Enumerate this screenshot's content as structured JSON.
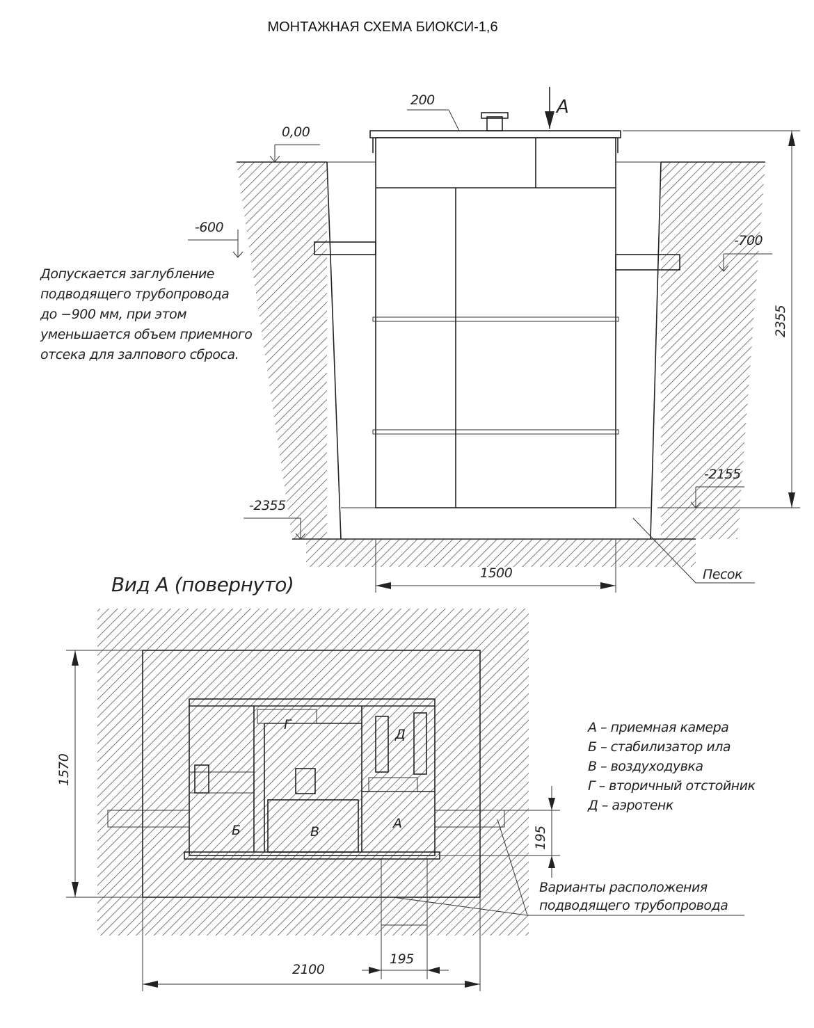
{
  "title": "МОНТАЖНАЯ СХЕМА БИОКСИ-1,6",
  "section": {
    "levels": {
      "ground": "0,00",
      "inlet": "-600",
      "outlet": "-700",
      "tank_bottom": "-2155",
      "pit_bottom": "-2355"
    },
    "dims": {
      "top_offset": "200",
      "height": "2355",
      "width": "1500"
    },
    "view_marker": "А",
    "sand_label": "Песок",
    "note": [
      "Допускается заглубление",
      "подводящего трубопровода",
      "до −900 мм, при этом",
      "уменьшается объем приемного",
      "отсека для залпового сброса."
    ]
  },
  "plan": {
    "title": "Вид А (повернуто)",
    "dims": {
      "depth": "1570",
      "width": "2100",
      "pipe_offset_side": "195",
      "pipe_offset_bottom": "195"
    },
    "compartments": {
      "a": "А",
      "b": "Б",
      "v": "В",
      "g": "Г",
      "d": "Д"
    },
    "legend": [
      "А – приемная камера",
      "Б – стабилизатор ила",
      "В – воздуходувка",
      "Г – вторичный отстойник",
      "Д – аэротенк"
    ],
    "pipe_note": [
      "Варианты расположения",
      "подводящего трубопровода"
    ]
  }
}
